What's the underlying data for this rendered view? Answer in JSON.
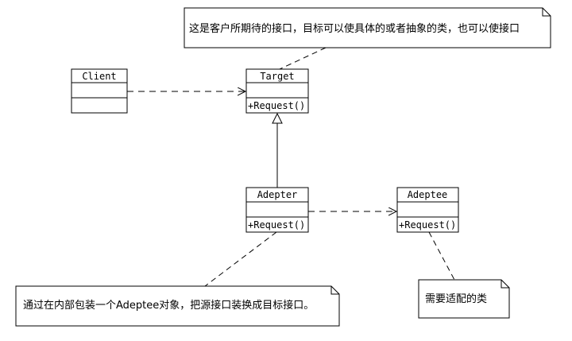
{
  "classes": {
    "client": {
      "name": "Client",
      "operation": ""
    },
    "target": {
      "name": "Target",
      "operation": "+Request()"
    },
    "adapter": {
      "name": "Adepter",
      "operation": "+Request()"
    },
    "adaptee": {
      "name": "Adeptee",
      "operation": "+Request()"
    }
  },
  "notes": {
    "target": "这是客户所期待的接口，目标可以使具体的或者抽象的类，也可以使接口",
    "adapter": "通过在内部包装一个Adeptee对象，把源接口装换成目标接口。",
    "adaptee": "需要适配的类"
  }
}
